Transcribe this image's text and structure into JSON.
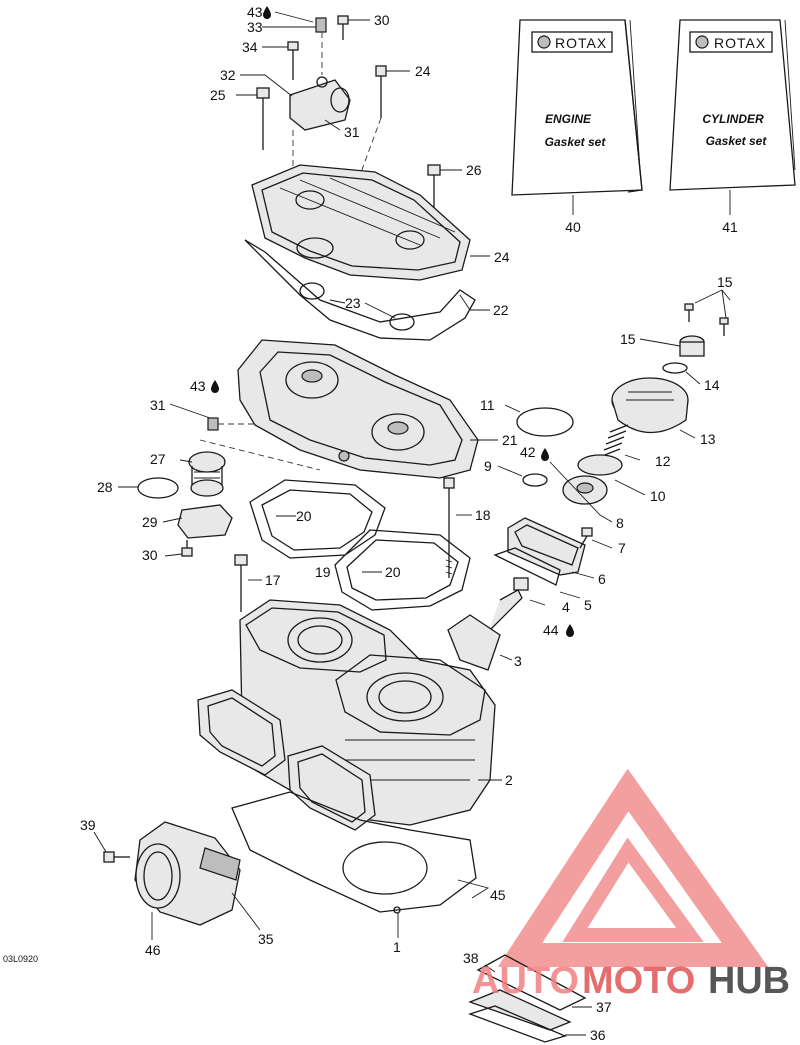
{
  "diagram_code": "03L0920",
  "books": [
    {
      "brand": "ROTAX",
      "line1": "ENGINE",
      "line2": "Gasket set",
      "number": "40"
    },
    {
      "brand": "ROTAX",
      "line1": "CYLINDER",
      "line2": "Gasket set",
      "number": "41"
    }
  ],
  "callouts": {
    "c1": "1",
    "c2": "2",
    "c3": "3",
    "c4": "4",
    "c5": "5",
    "c6": "6",
    "c7": "7",
    "c8": "8",
    "c9": "9",
    "c10": "10",
    "c11": "11",
    "c12": "12",
    "c13": "13",
    "c14": "14",
    "c15a": "15",
    "c15b": "15",
    "c17": "17",
    "c18": "18",
    "c19": "19",
    "c20a": "20",
    "c20b": "20",
    "c21": "21",
    "c22": "22",
    "c23": "23",
    "c24a": "24",
    "c24b": "24",
    "c25": "25",
    "c26": "26",
    "c27": "27",
    "c28": "28",
    "c29": "29",
    "c30a": "30",
    "c30b": "30",
    "c31a": "31",
    "c31b": "31",
    "c32": "32",
    "c33": "33",
    "c34": "34",
    "c35": "35",
    "c36": "36",
    "c37": "37",
    "c38": "38",
    "c39": "39",
    "c42": "42",
    "c43a": "43",
    "c43b": "43",
    "c44": "44",
    "c45": "45",
    "c46": "46"
  },
  "watermark": {
    "auto": "AUTO",
    "moto": "MOTO",
    "hub": "HUB",
    "accent_color": "#f08080",
    "dark_color": "#3a3a3a",
    "mid_color": "#e05555"
  },
  "icons": {
    "drop": "drop-icon"
  }
}
